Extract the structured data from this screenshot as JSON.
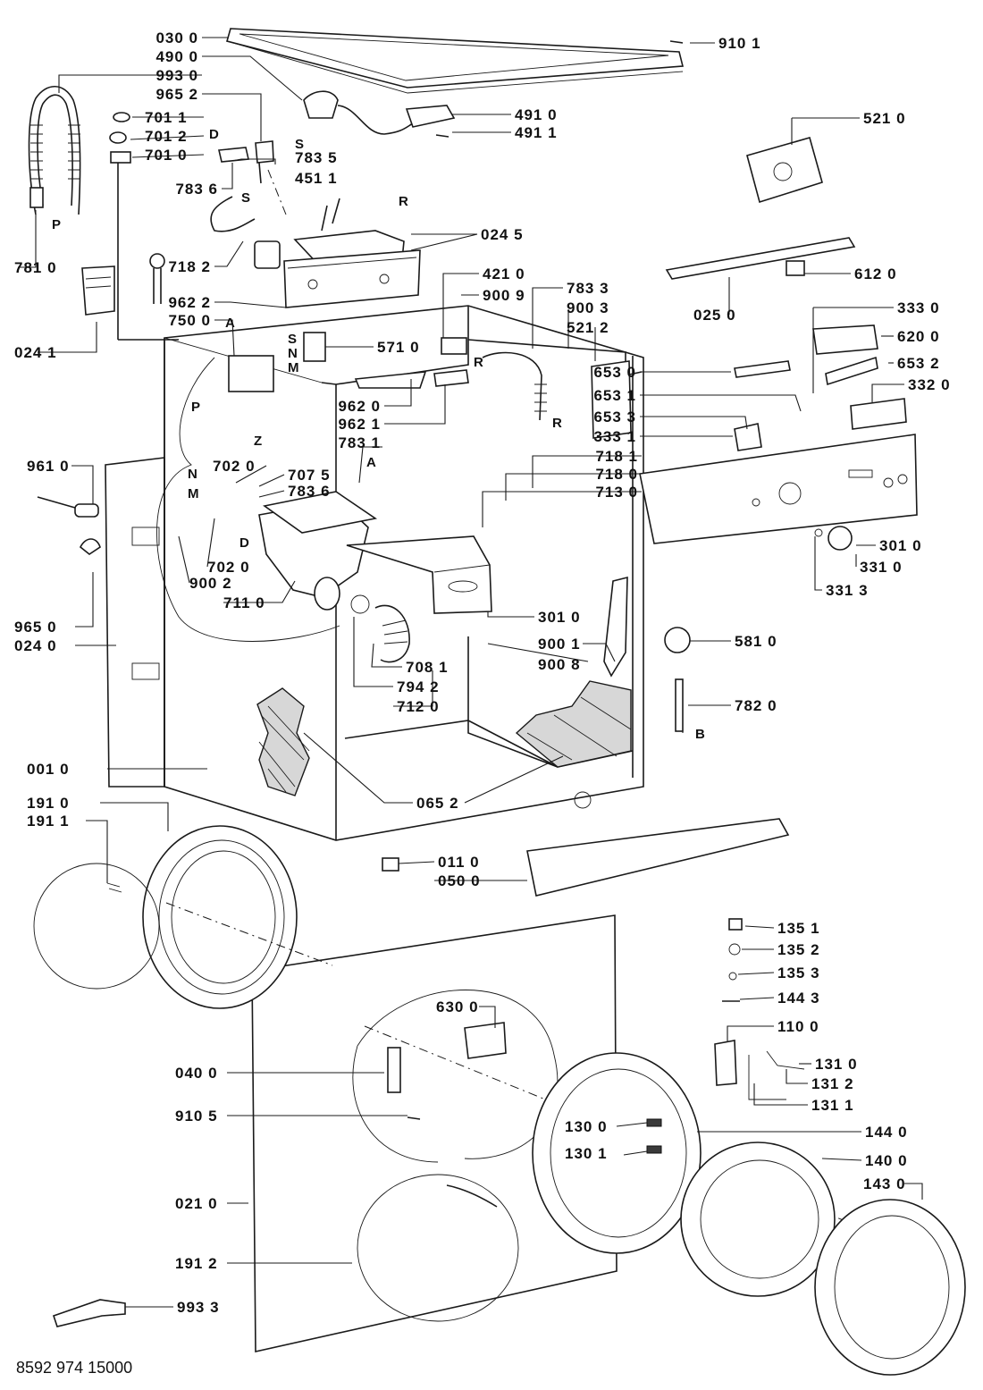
{
  "diagram": {
    "footer_code": "8592 974 15000",
    "labels": [
      "030 0",
      "490 0",
      "993 0",
      "965 2",
      "701 1",
      "701 2",
      "701 0",
      "783 5",
      "451 1",
      "783 6",
      "781 0",
      "718 2",
      "962 2",
      "750 0",
      "024 1",
      "910 1",
      "491 0",
      "491 1",
      "521 0",
      "024 5",
      "421 0",
      "900 9",
      "783 3",
      "900 3",
      "521 2",
      "571 0",
      "962 0",
      "962 1",
      "783 1",
      "612 0",
      "025 0",
      "333 0",
      "620 0",
      "653 0",
      "653 2",
      "653 1",
      "332 0",
      "653 3",
      "333 1",
      "961 0",
      "702 0",
      "707 5",
      "783 6",
      "718 1",
      "718 0",
      "713 0",
      "702 0",
      "900 2",
      "711 0",
      "965 0",
      "024 0",
      "301 0",
      "331 0",
      "331 3",
      "301 0",
      "900 1",
      "581 0",
      "900 8",
      "708 1",
      "794 2",
      "712 0",
      "782 0",
      "001 0",
      "065 2",
      "191 0",
      "191 1",
      "011 0",
      "050 0",
      "135 1",
      "135 2",
      "135 3",
      "144 3",
      "110 0",
      "630 0",
      "040 0",
      "910 5",
      "131 0",
      "131 2",
      "131 1",
      "130 0",
      "130 1",
      "144 0",
      "140 0",
      "143 0",
      "021 0",
      "191 2",
      "993 3"
    ],
    "letters": [
      "D",
      "S",
      "S",
      "R",
      "P",
      "A",
      "S",
      "N",
      "M",
      "P",
      "Z",
      "R",
      "R",
      "N",
      "M",
      "A",
      "D",
      "B"
    ]
  }
}
